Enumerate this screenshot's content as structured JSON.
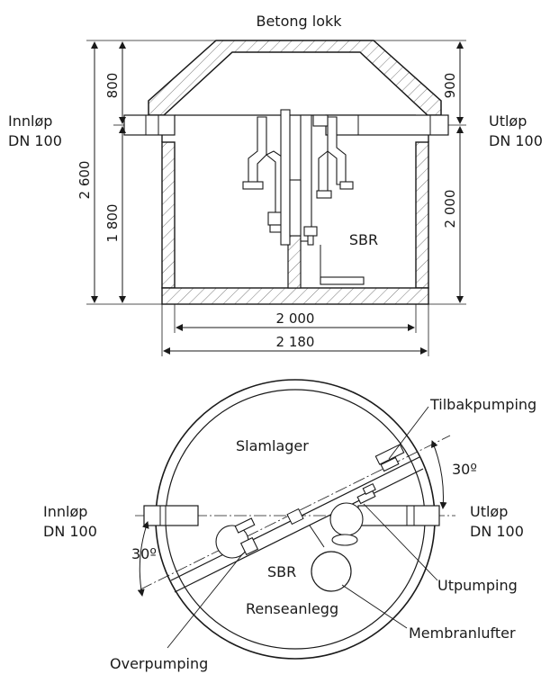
{
  "section_view": {
    "top_label": "Betong lokk",
    "inlet": [
      "Innløp",
      "DN 100"
    ],
    "outlet": [
      "Utløp",
      "DN 100"
    ],
    "chamber_label": "SBR",
    "dim_total_height": "2 600",
    "dim_lid_left": "800",
    "dim_lower_left": "1 800",
    "dim_lid_right": "900",
    "dim_lower_right": "2 000",
    "dim_inner_width": "2 000",
    "dim_outer_width": "2 180"
  },
  "plan_view": {
    "inlet": [
      "Innløp",
      "DN 100"
    ],
    "outlet": [
      "Utløp",
      "DN 100"
    ],
    "angle_right": "30º",
    "angle_left": "30º",
    "label_sludge_storage": "Slamlager",
    "label_return_pump": "Tilbakpumping",
    "label_sbr": "SBR",
    "label_treatment_plant": "Renseanlegg",
    "label_pump_out": "Utpumping",
    "label_membrane_aerator": "Membranlufter",
    "label_overpump": "Overpumping"
  }
}
